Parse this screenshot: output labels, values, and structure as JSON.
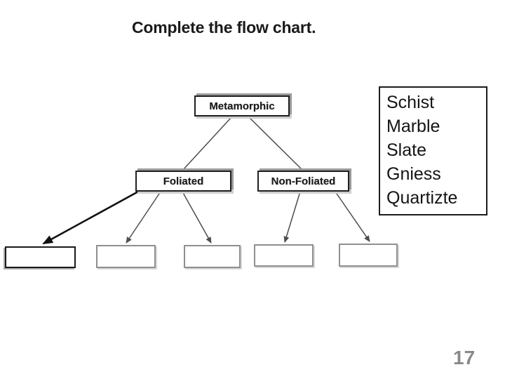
{
  "page": {
    "title": "Complete the flow chart.",
    "page_number": "17",
    "background": "#ffffff"
  },
  "flowchart": {
    "root": {
      "label": "Metamorphic"
    },
    "level2": [
      {
        "label": "Foliated"
      },
      {
        "label": "Non-Foliated"
      }
    ],
    "answer_boxes": [
      {
        "label": ""
      },
      {
        "label": ""
      },
      {
        "label": ""
      },
      {
        "label": ""
      },
      {
        "label": ""
      }
    ],
    "edges": [
      {
        "from": "Metamorphic",
        "to": "Foliated"
      },
      {
        "from": "Metamorphic",
        "to": "Non-Foliated"
      },
      {
        "from": "Foliated",
        "to": "answer-box-1",
        "style": "bold-black-arrow"
      },
      {
        "from": "Foliated",
        "to": "answer-box-2"
      },
      {
        "from": "Foliated",
        "to": "answer-box-3"
      },
      {
        "from": "Non-Foliated",
        "to": "answer-box-4"
      },
      {
        "from": "Non-Foliated",
        "to": "answer-box-5"
      }
    ]
  },
  "word_bank": {
    "items": [
      "Schist",
      "Marble",
      "Slate",
      "Gniess",
      "Quartizte"
    ]
  },
  "colors": {
    "title_text": "#1a1a1a",
    "node_border": "#1f1f1f",
    "node_shadow": "#9a9a9a",
    "answer_box_border": "#8f8f8f",
    "answer_box1_border": "#1a1a1a",
    "line_gray": "#4d4d4d",
    "arrow_black": "#111111",
    "word_bank_border": "#1b1b1b",
    "word_bank_text": "#141414",
    "page_number_gray": "#8a8a8a",
    "background": "#ffffff"
  }
}
